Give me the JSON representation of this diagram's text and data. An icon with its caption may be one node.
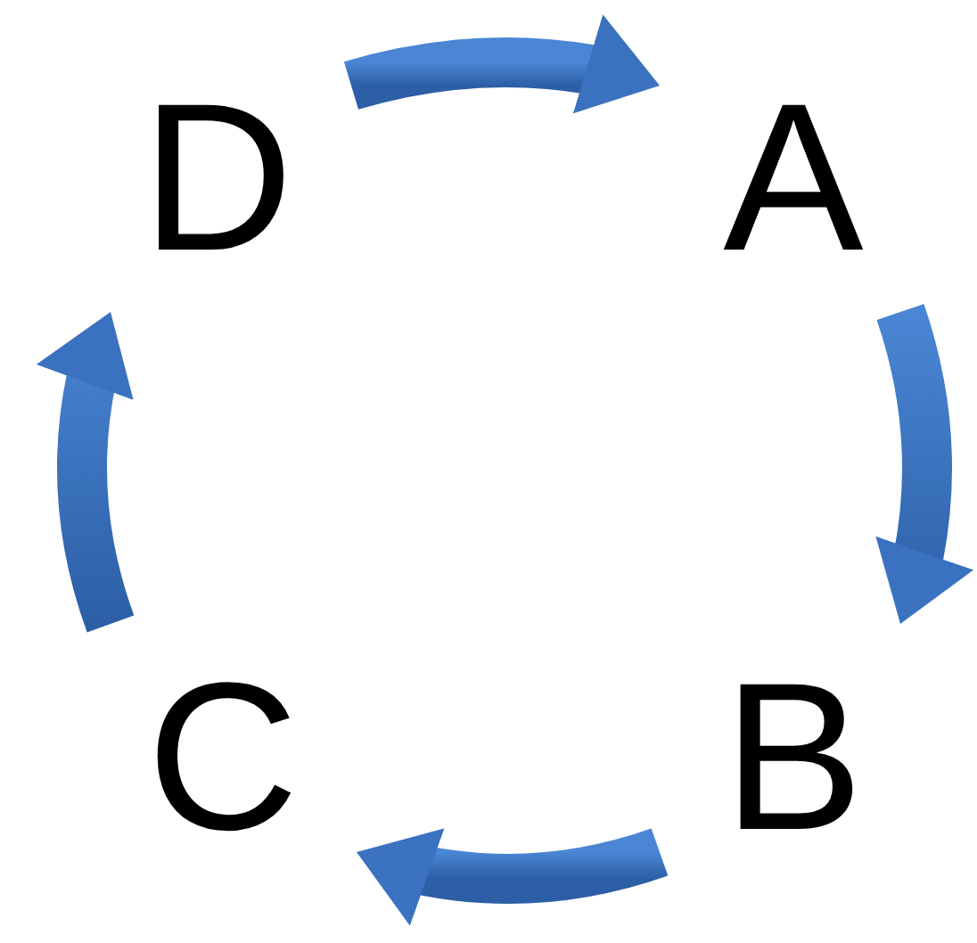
{
  "diagram": {
    "nodes": [
      {
        "text": [
          "D"
        ]
      },
      {
        "text": [
          "A"
        ]
      },
      {
        "text": [
          "B"
        ]
      },
      {
        "text": [
          "C"
        ]
      }
    ],
    "edges": [
      {
        "from": 0,
        "to": 1,
        "arrow": "to"
      },
      {
        "from": 1,
        "to": 2,
        "arrow": "to"
      },
      {
        "from": 2,
        "to": 3,
        "arrow": "to"
      },
      {
        "from": 3,
        "to": 0,
        "arrow": "to"
      }
    ]
  }
}
